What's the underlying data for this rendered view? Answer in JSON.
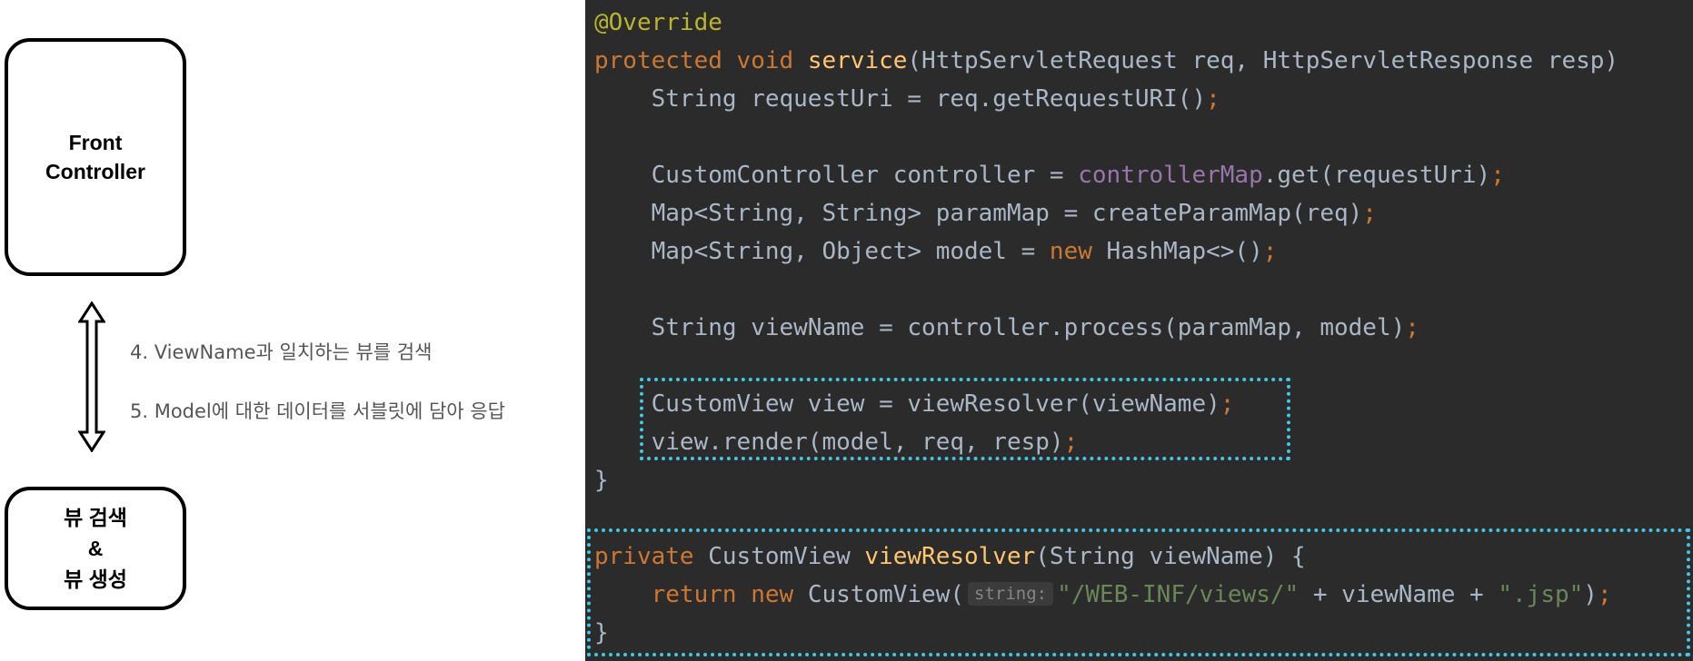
{
  "diagram": {
    "front_controller": {
      "line1": "Front",
      "line2": "Controller"
    },
    "view_box": {
      "line1": "뷰 검색",
      "line2": "&",
      "line3": "뷰 생성"
    },
    "steps": [
      "4. ViewName과 일치하는 뷰를 검색",
      "5. Model에 대한 데이터를 서블릿에 담아 응답"
    ]
  },
  "code": {
    "annotation": "@Override",
    "kw_protected": "protected",
    "kw_void": "void",
    "fn_service": "service",
    "service_params": "(HttpServletRequest req, HttpServletResponse resp)",
    "line_requestUri": "String requestUri = req.getRequestURI()",
    "controller_decl": "CustomController controller = ",
    "field_controllerMap": "controllerMap",
    "controller_call": ".get(requestUri)",
    "parammap_a": "Map<String, String> paramMap = createParamMap(req)",
    "model_a": "Map<String, Object> model = ",
    "kw_new": "new",
    "model_b": " HashMap<>()",
    "viewname_line": "String viewName = controller.process(paramMap, model)",
    "view_line": "CustomView view = viewResolver(viewName)",
    "render_line": "view.render(model, req, resp)",
    "brace_close": "}",
    "kw_private": "private",
    "resolver_type": " CustomView ",
    "fn_viewResolver": "viewResolver",
    "resolver_params": "(String viewName) {",
    "kw_return": "return",
    "return_new_type": " CustomView(",
    "param_hint": "string:",
    "str_prefix": "\"/WEB-INF/views/\"",
    "concat_mid": " + viewName + ",
    "str_suffix": "\".jsp\"",
    "return_close": ")",
    "semicolon": ";",
    "comma": ","
  }
}
